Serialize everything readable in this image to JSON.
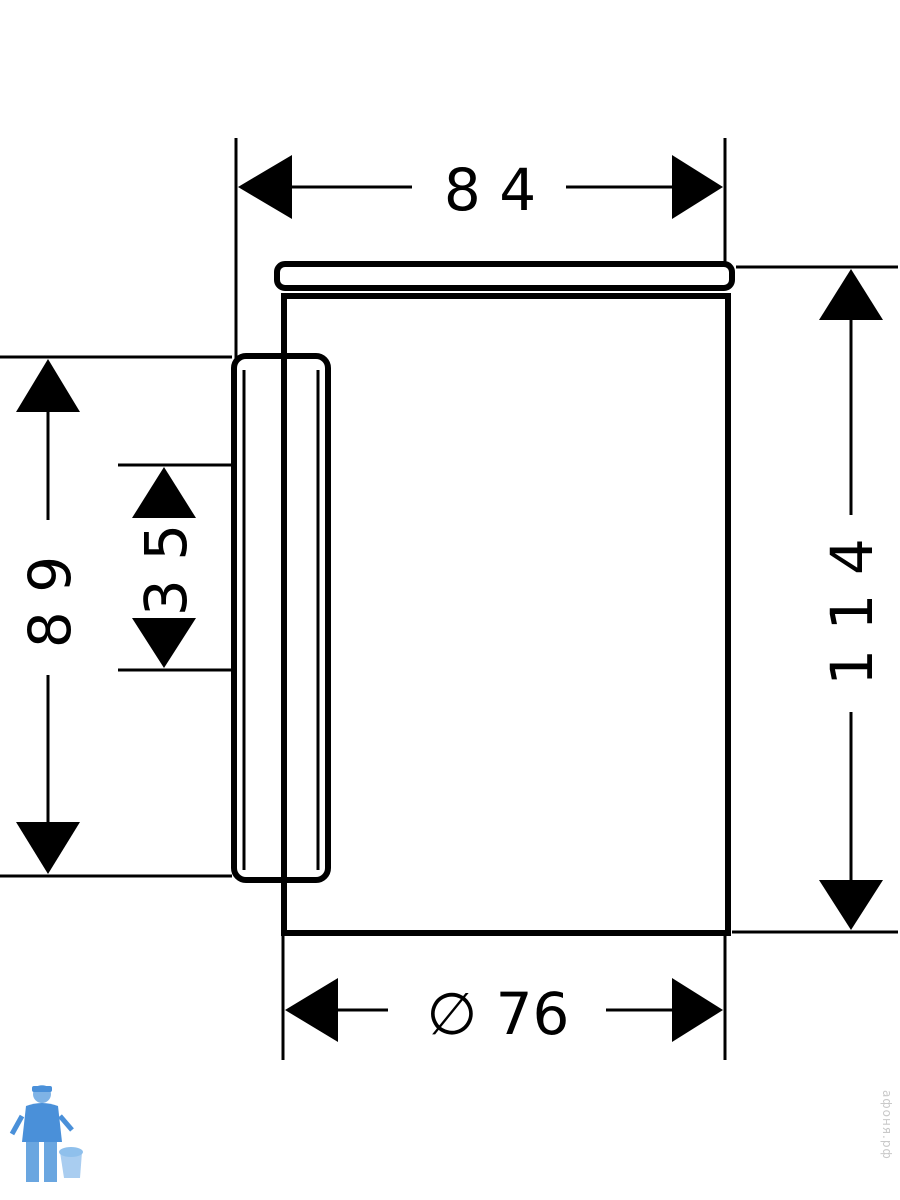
{
  "dimensions": {
    "top_width": "8 4",
    "diameter": "∅ 76",
    "total_height": "1 1 4",
    "plate_height": "8 9",
    "mount_spacing": "3 5"
  },
  "watermark": "афоня.рф",
  "colors": {
    "line": "#000000",
    "background": "#ffffff",
    "logo_blue": "#4a90d9"
  }
}
